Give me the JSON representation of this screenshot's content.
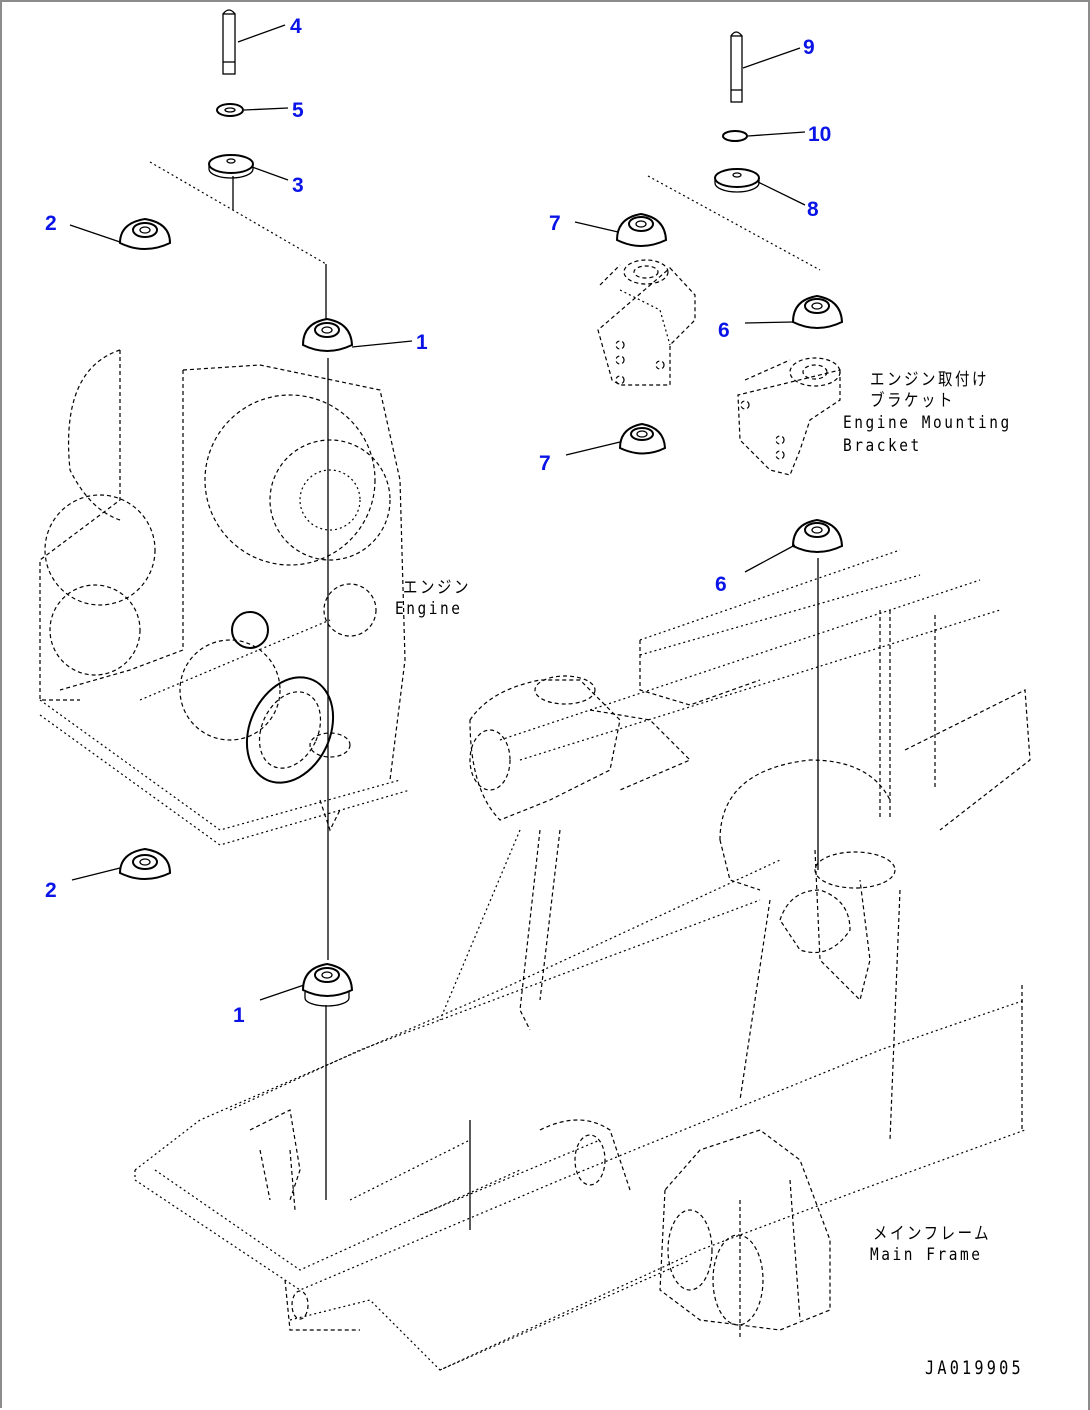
{
  "diagram": {
    "title": "Engine mounting parts exploded view",
    "drawing_number": "JA019905",
    "callout_color": "#0a14e6",
    "callouts": [
      {
        "id": "c4",
        "number": "4",
        "part": "bolt"
      },
      {
        "id": "c5",
        "number": "5",
        "part": "washer"
      },
      {
        "id": "c3",
        "number": "3",
        "part": "plate washer"
      },
      {
        "id": "c2a",
        "number": "2",
        "part": "rubber cushion"
      },
      {
        "id": "c1a",
        "number": "1",
        "part": "rubber cushion"
      },
      {
        "id": "c2b",
        "number": "2",
        "part": "rubber cushion"
      },
      {
        "id": "c1b",
        "number": "1",
        "part": "rubber cushion"
      },
      {
        "id": "c9",
        "number": "9",
        "part": "bolt"
      },
      {
        "id": "c10",
        "number": "10",
        "part": "washer"
      },
      {
        "id": "c8",
        "number": "8",
        "part": "plate washer"
      },
      {
        "id": "c7a",
        "number": "7",
        "part": "rubber cushion"
      },
      {
        "id": "c6a",
        "number": "6",
        "part": "rubber cushion"
      },
      {
        "id": "c7b",
        "number": "7",
        "part": "rubber cushion"
      },
      {
        "id": "c6b",
        "number": "6",
        "part": "rubber cushion"
      }
    ],
    "labels": {
      "engine_jp": "エンジン",
      "engine_en": "Engine",
      "bracket_jp_1": "エンジン取付け",
      "bracket_jp_2": "ブラケット",
      "bracket_en_1": "Engine Mounting",
      "bracket_en_2": "Bracket",
      "frame_jp": "メインフレーム",
      "frame_en": "Main Frame"
    }
  }
}
